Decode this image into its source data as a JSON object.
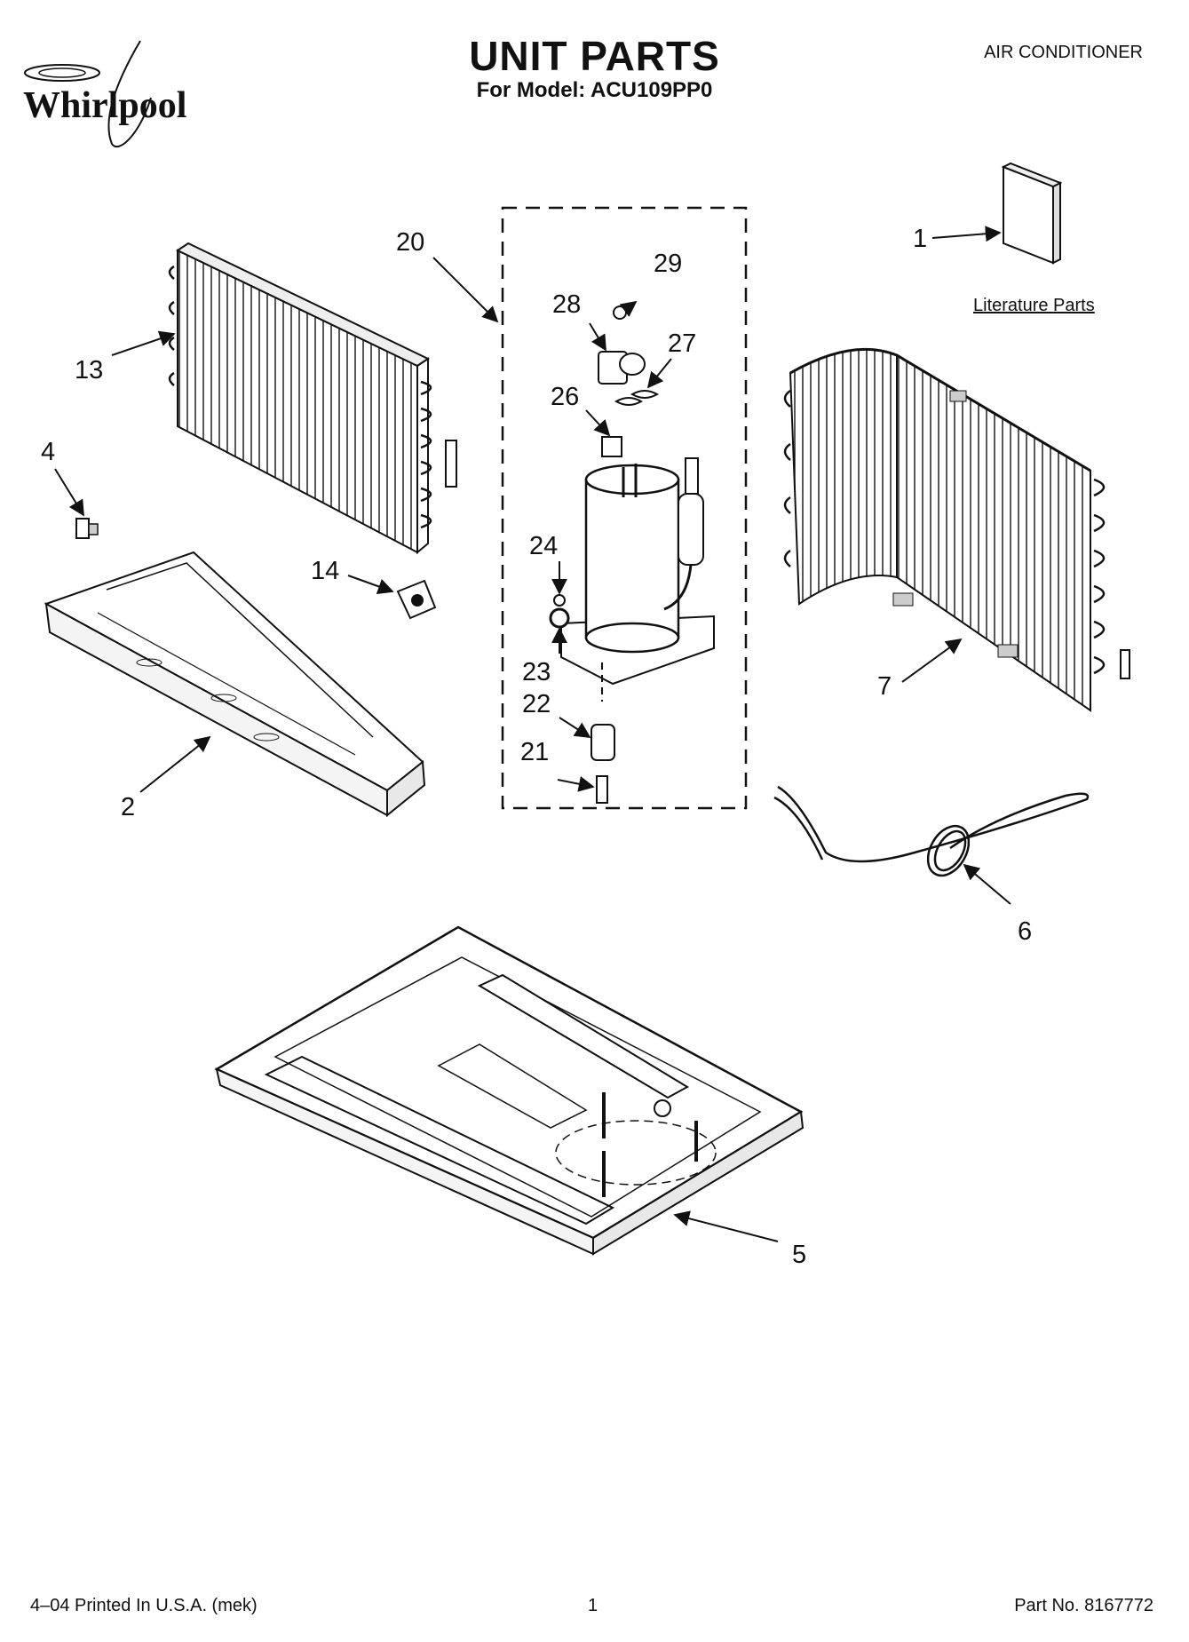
{
  "brand": "Whirlpool",
  "header": {
    "title": "UNIT PARTS",
    "model_line": "For Model: ACU109PP0",
    "category": "AIR CONDITIONER"
  },
  "literature_label": "Literature Parts",
  "callouts": {
    "c1": "1",
    "c2": "2",
    "c4": "4",
    "c5": "5",
    "c6": "6",
    "c7": "7",
    "c13": "13",
    "c14": "14",
    "c20": "20",
    "c21": "21",
    "c22": "22",
    "c23": "23",
    "c24": "24",
    "c26": "26",
    "c27": "27",
    "c28": "28",
    "c29": "29"
  },
  "footer": {
    "print_info": "4–04 Printed In U.S.A. (mek)",
    "page_number": "1",
    "part_number": "Part No. 8167772"
  }
}
